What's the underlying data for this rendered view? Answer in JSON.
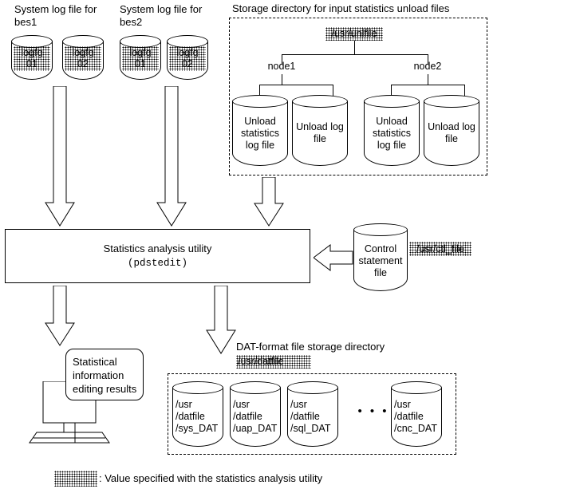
{
  "diagram": {
    "title": "Statistics analysis utility data flow",
    "sections": {
      "bes1": {
        "caption": "System log file for\nbes1"
      },
      "bes2": {
        "caption": "System log file for\nbes2"
      },
      "unload_dir": {
        "caption": "Storage directory for input statistics unload files"
      },
      "dat_dir": {
        "caption": "DAT-format file storage directory"
      }
    },
    "syslog_cylinders": [
      {
        "label": "logfg\n01",
        "group": "bes1",
        "specified": true
      },
      {
        "label": "logfg\n02",
        "group": "bes1",
        "specified": true
      },
      {
        "label": "logfg\n01",
        "group": "bes2",
        "specified": true
      },
      {
        "label": "logfg\n02",
        "group": "bes2",
        "specified": true
      }
    ],
    "unload_tree": {
      "root": "/usr/unlfile",
      "root_specified": true,
      "nodes": [
        "node1",
        "node2"
      ],
      "leaves": [
        {
          "label": "Unload\nstatistics\nlog file"
        },
        {
          "label": "Unload log\nfile"
        },
        {
          "label": "Unload\nstatistics\nlog file"
        },
        {
          "label": "Unload log\nfile"
        }
      ]
    },
    "utility": {
      "name": "Statistics analysis utility",
      "command": "(pdstedit)"
    },
    "control_file": {
      "label": "Control\nstatement\nfile",
      "path": "/usr/ctl_file",
      "path_specified": true
    },
    "results": {
      "label": "Statistical\ninformation\nediting results"
    },
    "dat_dir_path": "/usr/datfile",
    "dat_cylinders": [
      {
        "label": "/usr\n/datfile\n/sys_DAT"
      },
      {
        "label": "/usr\n/datfile\n/uap_DAT"
      },
      {
        "label": "/usr\n/datfile\n/sql_DAT"
      },
      {
        "label": "/usr\n/datfile\n/cnc_DAT"
      }
    ],
    "ellipsis": "• • •",
    "legend": {
      "text": ": Value specified with the statistics analysis utility"
    },
    "colors": {
      "line": "#000000",
      "background": "#ffffff"
    }
  }
}
